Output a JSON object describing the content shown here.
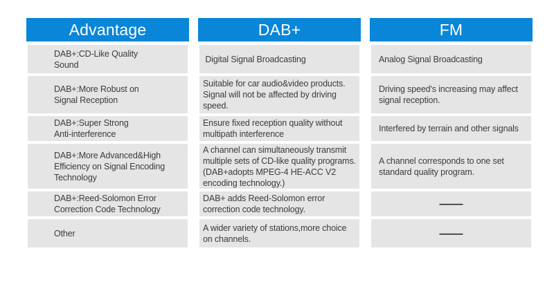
{
  "colors": {
    "header_bg": "#0986d8",
    "header_text": "#ffffff",
    "cell_bg": "#e5e5e5",
    "cell_text": "#3b3b3b"
  },
  "table": {
    "columns": [
      {
        "header": "Advantage",
        "cells": [
          "DAB+:CD-Like Quality\nSound",
          "DAB+:More Robust on\nSignal Reception",
          "DAB+:Super Strong\nAnti-interference",
          "DAB+:More Advanced&High\nEfficiency on Signal Encoding\nTechnology",
          "DAB+:Reed-Solomon Error\nCorrection Code Technology",
          "Other"
        ]
      },
      {
        "header": "DAB+",
        "cells": [
          " Digital Signal Broadcasting",
          "Suitable for car audio&video products.\nSignal will not be affected by driving\nspeed.",
          "Ensure fixed reception quality without\nmultipath interference",
          "A channel can simultaneously transmit\nmultiple sets of CD-like quality programs.\n(DAB+adopts MPEG-4 HE-ACC V2\nencoding technology.)",
          "DAB+ adds Reed-Solomon error\ncorrection code technology.",
          "A wider variety of stations,more choice\non channels."
        ]
      },
      {
        "header": "FM",
        "cells": [
          "Analog Signal Broadcasting",
          "Driving speed's increasing may affect\nsignal reception.",
          "Interfered by terrain and other signals",
          "A channel corresponds to one set\nstandard quality program.",
          "——",
          "——"
        ]
      }
    ]
  }
}
